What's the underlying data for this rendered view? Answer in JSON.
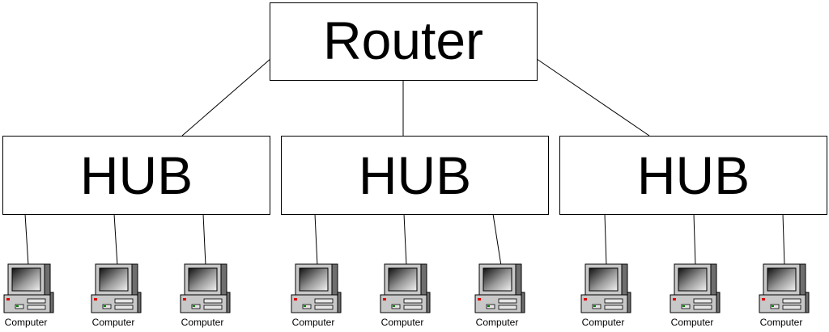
{
  "router": {
    "label": "Router"
  },
  "hubs": [
    {
      "label": "HUB",
      "computers": [
        {
          "label": "Computer"
        },
        {
          "label": "Computer"
        },
        {
          "label": "Computer"
        }
      ]
    },
    {
      "label": "HUB",
      "computers": [
        {
          "label": "Computer"
        },
        {
          "label": "Computer"
        },
        {
          "label": "Computer"
        }
      ]
    },
    {
      "label": "HUB",
      "computers": [
        {
          "label": "Computer"
        },
        {
          "label": "Computer"
        },
        {
          "label": "Computer"
        }
      ]
    }
  ],
  "colors": {
    "line": "#000000",
    "box_fill": "#ffffff",
    "pc_body": "#c8c8c8",
    "pc_shadow": "#6e6e6e",
    "pc_screen": "#2a2a2a",
    "pc_led_red": "#e00000",
    "pc_led_green": "#008000"
  }
}
